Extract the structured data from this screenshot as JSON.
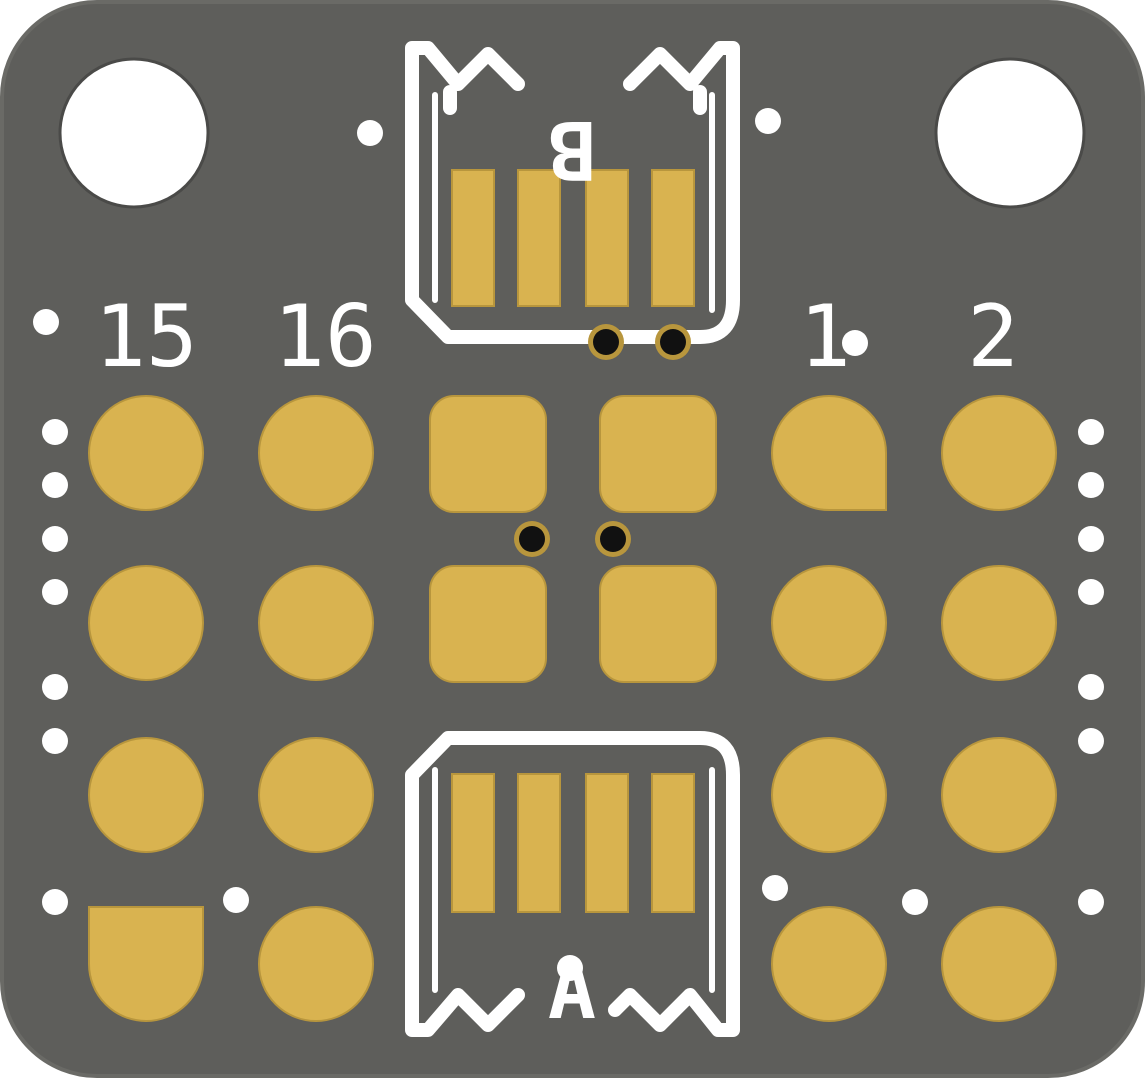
{
  "board": {
    "colors": {
      "background": "#ffffff",
      "substrate": "#5e5e5b",
      "substrate_edge": "#6a6a66",
      "pad": "#d9b350",
      "pad_edge": "#b8963d",
      "silkscreen": "#ffffff",
      "drill": "#111111"
    },
    "labels": {
      "pin_15": "15",
      "pin_16": "16",
      "pin_1": "1",
      "pin_2": "2",
      "connector_top": "B",
      "connector_bottom": "A"
    }
  }
}
